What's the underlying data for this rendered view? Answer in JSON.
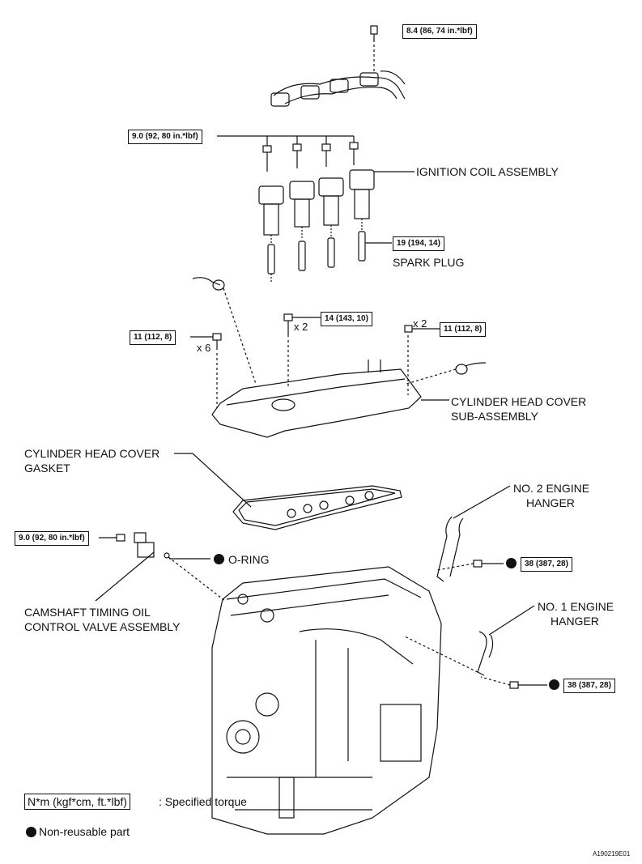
{
  "parts": {
    "ignition_coil": "IGNITION COIL ASSEMBLY",
    "spark_plug": "SPARK PLUG",
    "head_cover_1": "CYLINDER HEAD COVER",
    "head_cover_2": "SUB-ASSEMBLY",
    "gasket_1": "CYLINDER HEAD COVER",
    "gasket_2": "GASKET",
    "hanger2_1": "NO. 2 ENGINE",
    "hanger2_2": "HANGER",
    "hanger1_1": "NO. 1 ENGINE",
    "hanger1_2": "HANGER",
    "oring": "O-RING",
    "camshaft_1": "CAMSHAFT TIMING OIL",
    "camshaft_2": "CONTROL VALVE ASSEMBLY"
  },
  "torques": {
    "wire_bolt": "8.4 (86, 74 in.*lbf)",
    "coil_bolt": "9.0 (92, 80 in.*lbf)",
    "spark_plug": "19 (194, 14)",
    "center_bolt": "14 (143, 10)",
    "left_bolt": "11 (112, 8)",
    "right_nut": "11 (112, 8)",
    "ocv_bolt": "9.0 (92, 80 in.*lbf)",
    "hanger2_bolt": "38 (387, 28)",
    "hanger1_bolt": "38 (387, 28)"
  },
  "quantities": {
    "center": "x 2",
    "right": "x 2",
    "left": "x 6"
  },
  "legend": {
    "torque_box": "N*m (kgf*cm, ft.*lbf)",
    "torque_text": ": Specified torque",
    "nonreusable": "Non-reusable part"
  },
  "figure_id": "A190219E01"
}
